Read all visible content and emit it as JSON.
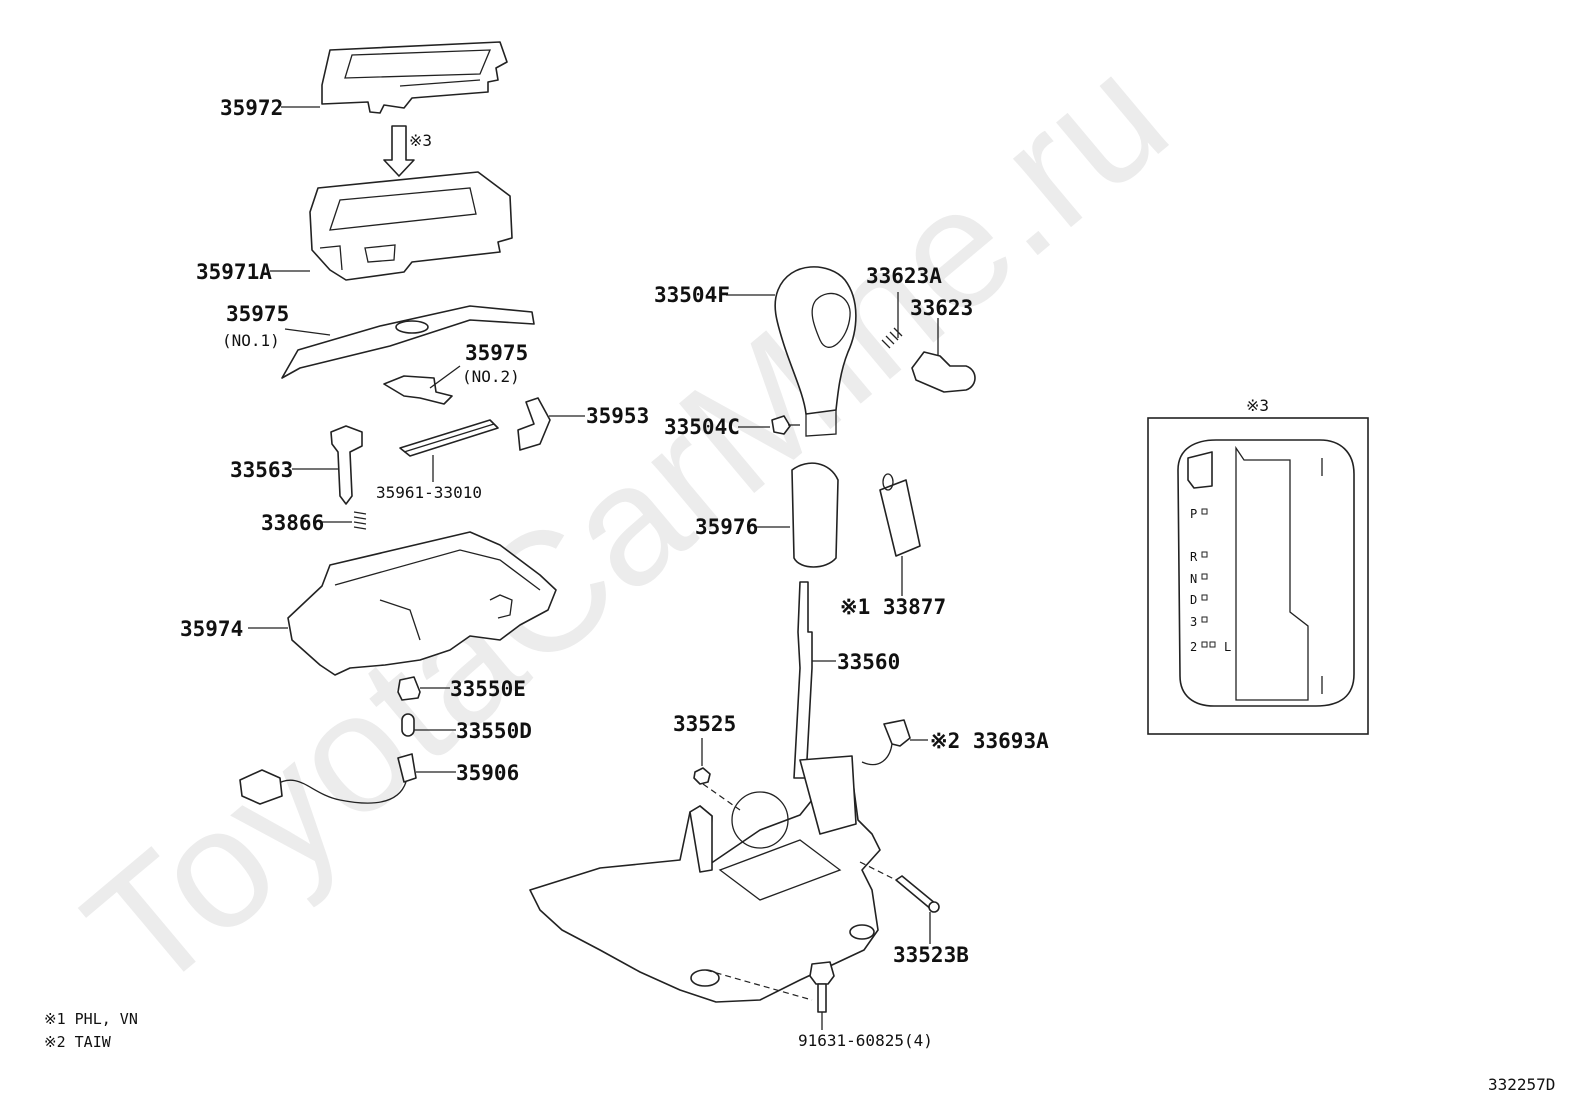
{
  "watermark": "ToyotaCarMine.ru",
  "figure_code": "332257D",
  "notes": [
    {
      "mark": "※1",
      "text": "PHL, VN"
    },
    {
      "mark": "※2",
      "text": "TAIW"
    }
  ],
  "arrow_mark": "※3",
  "inset": {
    "title": "※3",
    "positions": [
      "P",
      "R",
      "N",
      "D",
      "3",
      "2",
      "L"
    ]
  },
  "parts": {
    "p35972": "35972",
    "p35971A": "35971A",
    "p35975_no1": "35975",
    "p35975_no1_sub": "(NO.1)",
    "p35975_no2": "35975",
    "p35975_no2_sub": "(NO.2)",
    "p35953": "35953",
    "p33563": "33563",
    "p35961": "35961-33010",
    "p33866": "33866",
    "p35974": "35974",
    "p33550E": "33550E",
    "p33550D": "33550D",
    "p35906": "35906",
    "p33504F": "33504F",
    "p33623A": "33623A",
    "p33623": "33623",
    "p33504C": "33504C",
    "p35976": "35976",
    "p33877": "※1 33877",
    "p33560": "33560",
    "p33525": "33525",
    "p33693A": "※2 33693A",
    "p33523B": "33523B",
    "p91631": "91631-60825(4)"
  }
}
